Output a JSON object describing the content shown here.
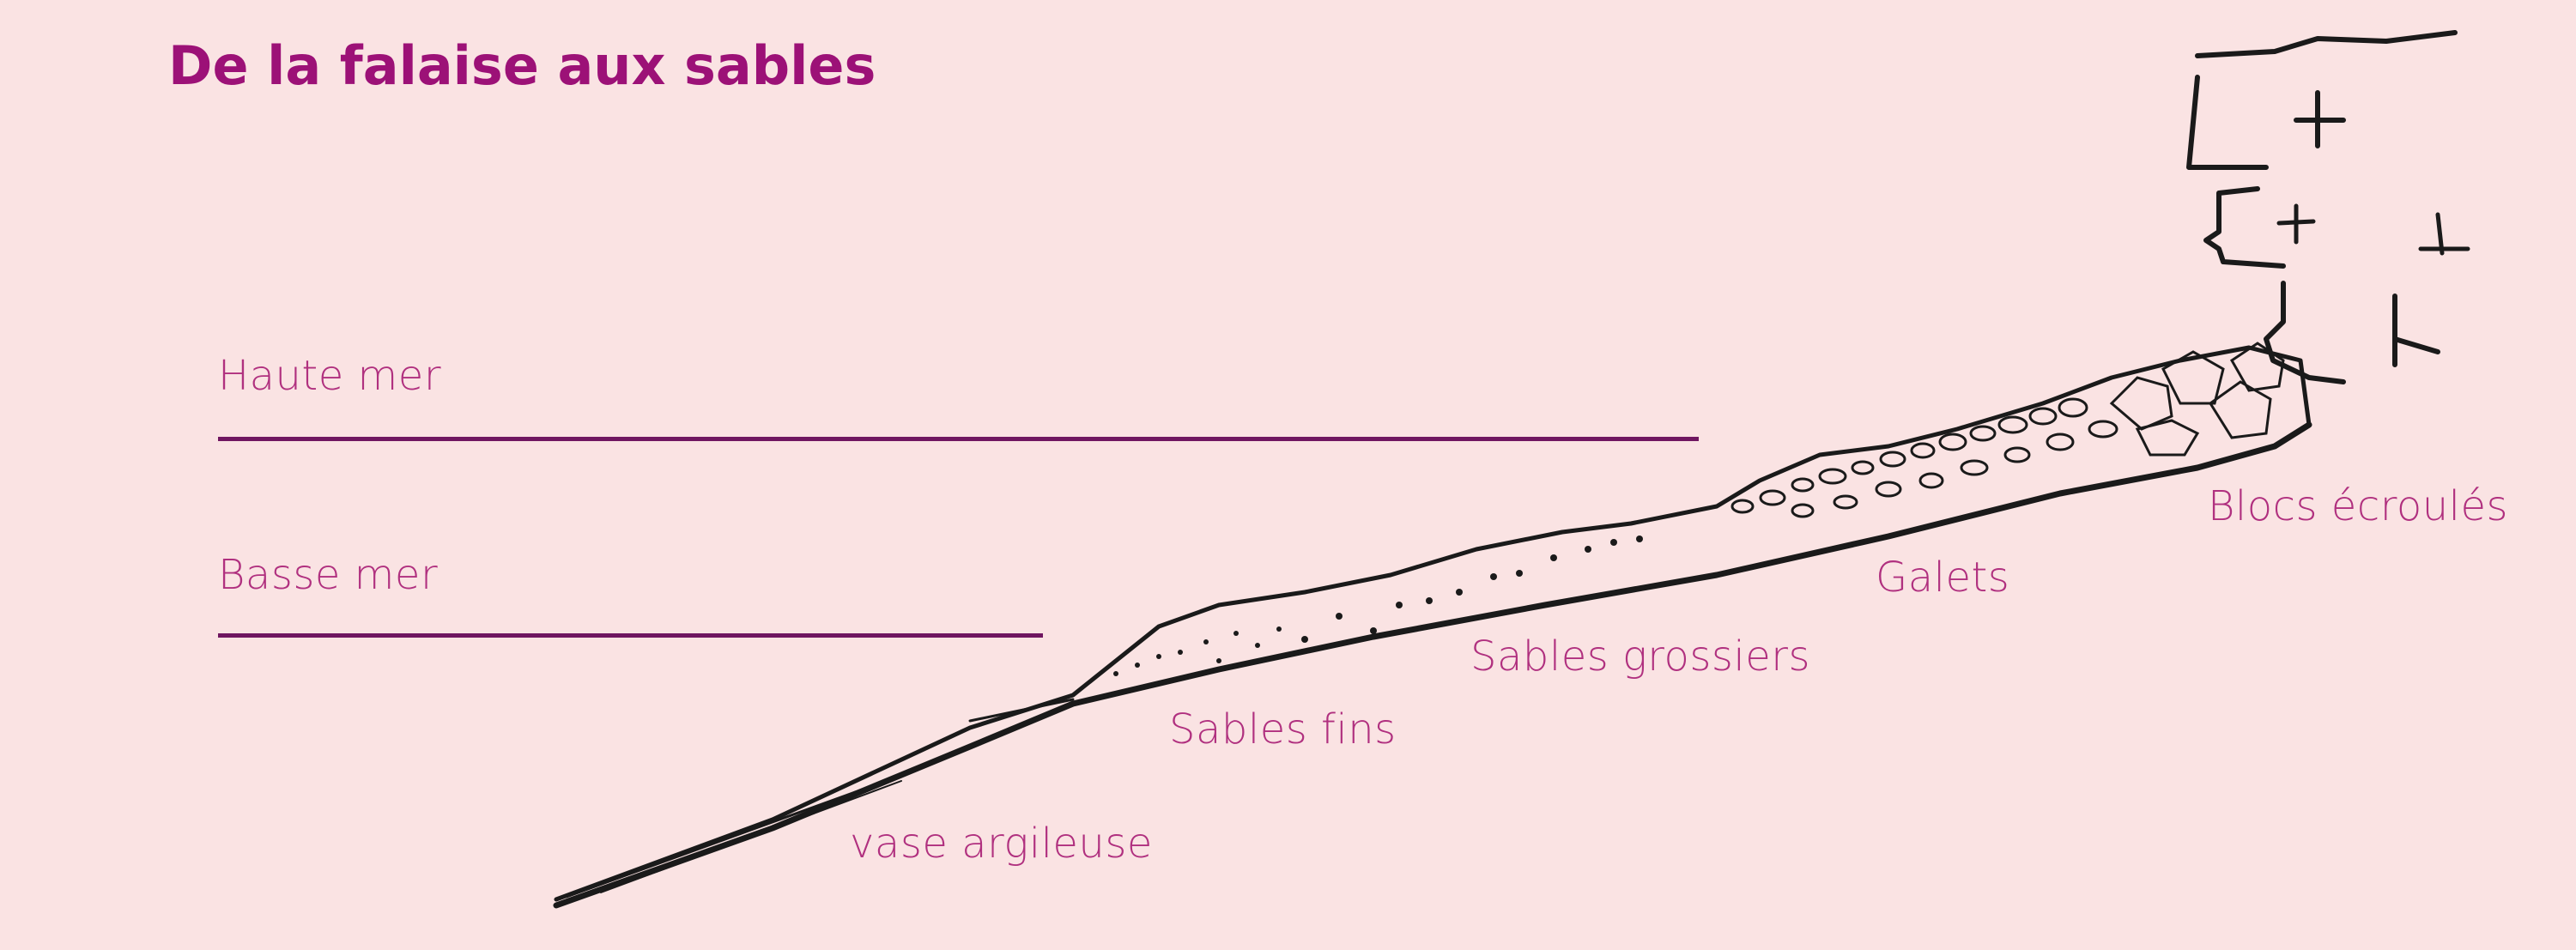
{
  "title": "De la falaise aux sables",
  "tide": {
    "high": "Haute mer",
    "low": "Basse mer"
  },
  "zones": {
    "clay": "vase argileuse",
    "fine_sand": "Sables fins",
    "coarse_sand": "Sables grossiers",
    "pebbles": "Galets",
    "boulders": "Blocs écroulés"
  },
  "colors": {
    "background": "#fae3e3",
    "title": "#9c1177",
    "label": "#b0307f",
    "tide_line": "#6f1660",
    "sketch": "#1a1a1a"
  }
}
